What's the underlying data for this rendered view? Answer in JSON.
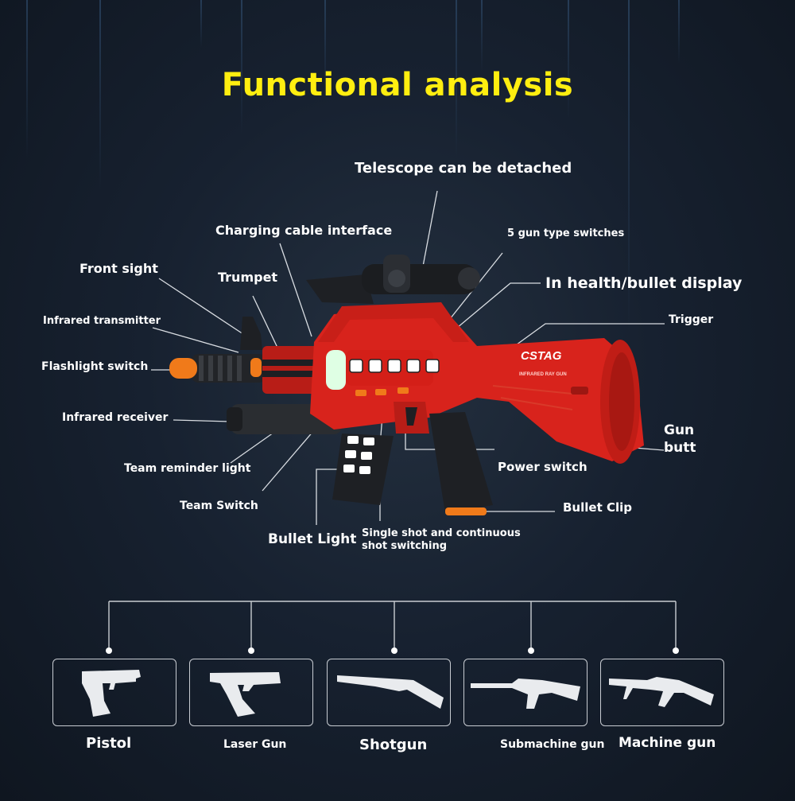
{
  "title": "Functional analysis",
  "callouts": {
    "telescope": "Telescope can be detached",
    "charging": "Charging cable interface",
    "gun_type_switches": "5 gun type switches",
    "front_sight": "Front sight",
    "trumpet": "Trumpet",
    "health_display": "In health/bullet display",
    "infrared_transmitter": "Infrared transmitter",
    "trigger": "Trigger",
    "flashlight_switch": "Flashlight switch",
    "infrared_receiver": "Infrared receiver",
    "gun_butt_1": "Gun",
    "gun_butt_2": "butt",
    "team_reminder_light": "Team reminder light",
    "power_switch": "Power switch",
    "team_switch": "Team Switch",
    "bullet_clip": "Bullet Clip",
    "bullet_light": "Bullet Light",
    "single_shot_1": "Single shot and continuous",
    "single_shot_2": "shot switching"
  },
  "product_print": {
    "brand": "CSTAG",
    "sub": "INFRARED RAY GUN"
  },
  "gun_types": [
    {
      "label": "Pistol",
      "icon": "pistol-icon"
    },
    {
      "label": "Laser Gun",
      "icon": "laser-gun-icon"
    },
    {
      "label": "Shotgun",
      "icon": "shotgun-icon"
    },
    {
      "label": "Submachine gun",
      "icon": "submachine-gun-icon"
    },
    {
      "label": "Machine gun",
      "icon": "machine-gun-icon"
    }
  ],
  "colors": {
    "title": "#ffee10",
    "gun_body": "#d8231c",
    "accent_orange": "#f07a1a",
    "background": "#151c27"
  }
}
